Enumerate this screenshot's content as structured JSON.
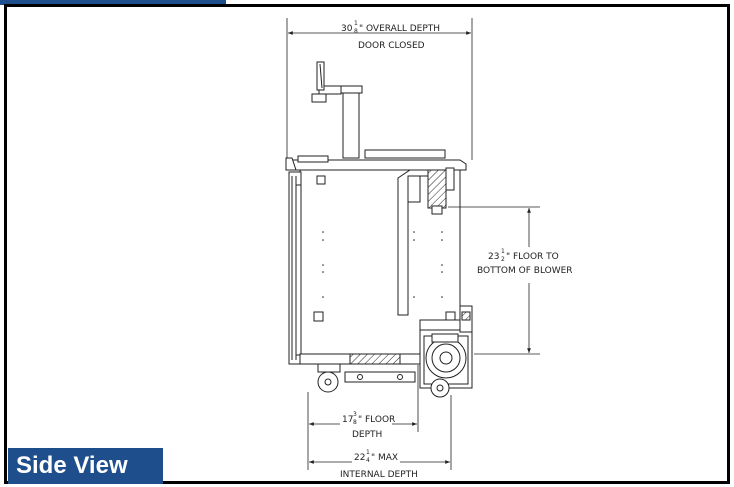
{
  "view_label": "Side View",
  "colors": {
    "accent": "#1f4e8c",
    "frame": "#000000",
    "line": "#222222"
  },
  "dimensions": {
    "overall_depth": {
      "whole": "30",
      "num": "1",
      "den": "8",
      "line1": "\" OVERALL DEPTH",
      "line2": "DOOR CLOSED"
    },
    "floor_to_blower": {
      "whole": "23",
      "num": "1",
      "den": "2",
      "line1": "\" FLOOR TO",
      "line2": "BOTTOM OF BLOWER"
    },
    "floor_depth": {
      "whole": "17",
      "num": "3",
      "den": "8",
      "line1": "\" FLOOR",
      "line2": "DEPTH"
    },
    "internal_depth": {
      "whole": "22",
      "num": "1",
      "den": "4",
      "line1": "\" MAX",
      "line2": "INTERNAL DEPTH"
    }
  }
}
